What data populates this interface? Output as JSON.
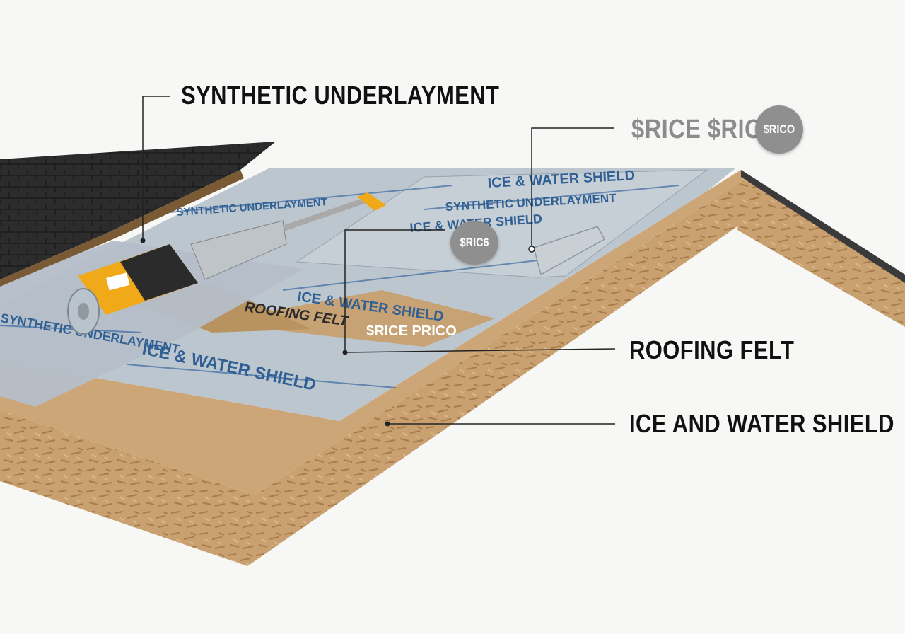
{
  "labels": {
    "synthetic_underlayment": "SYNTHETIC UNDERLAYMENT",
    "price_top": "$RICE $RICE",
    "price_top_badge": "$RICO",
    "price_mid_badge": "$RIC6",
    "roofing_felt": "ROOFING FELT",
    "ice_and_water_shield": "ICE AND WATER SHIELD"
  },
  "material_print": {
    "felt_print": "ROOFING FELT",
    "felt_price": "$RICE PRICO",
    "shield_print_1": "ICE & WATER SHIELD",
    "shield_print_2": "SYNTHETIC UNDERLAYMENT",
    "shield_print_3": "ICE & WATER SHIELD",
    "shield_print_4": "ICE & WATER SHIELD",
    "shield_print_5": "SYNTHETIC UNDERLAYMENT",
    "shield_print_6": "ICE & WATER SHIELD",
    "shield_print_7": "SYNTHETIC UNDERLAYMENT"
  },
  "colors": {
    "osb": "#c9a070",
    "osb_dark": "#a87b4b",
    "shield": "#b9c3cc",
    "shield_text": "#2f5f93",
    "shingle": "#2c2c2c",
    "tool_yellow": "#f0a918",
    "felt": "#c7a274"
  }
}
